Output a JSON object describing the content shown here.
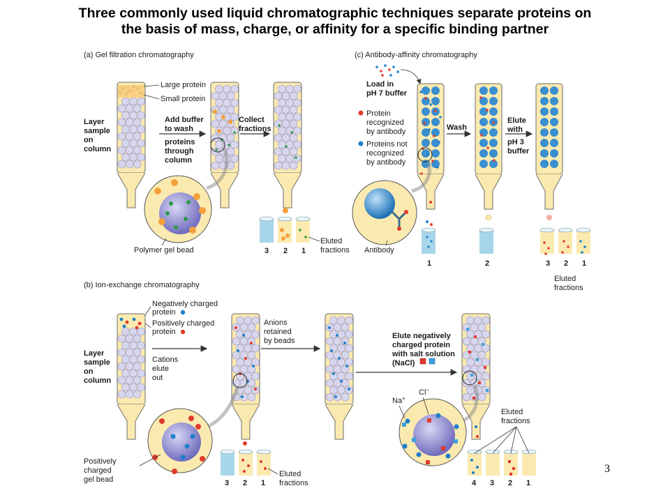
{
  "title": {
    "line1": "Three commonly used liquid chromatographic techniques separate proteins on",
    "line2": "the basis of mass, charge, or affinity for a specific binding partner"
  },
  "panel_a": {
    "heading": "(a) Gel filtration chromatography",
    "large_protein": "Large protein",
    "small_protein": "Small protein",
    "layer_sample": [
      "Layer",
      "sample",
      "on",
      "column"
    ],
    "add_buffer": [
      "Add buffer",
      "to wash",
      "proteins",
      "through",
      "column"
    ],
    "collect": [
      "Collect",
      "fractions"
    ],
    "bead_label": "Polymer gel bead",
    "eluted": [
      "Eluted",
      "fractions"
    ],
    "fraction_numbers": [
      "3",
      "2",
      "1"
    ]
  },
  "panel_b": {
    "heading": "(b) Ion-exchange chromatography",
    "neg_protein": [
      "Negatively charged",
      "protein"
    ],
    "pos_protein": [
      "Positively charged",
      "protein"
    ],
    "layer_sample": [
      "Layer",
      "sample",
      "on",
      "column"
    ],
    "cations": [
      "Cations",
      "elute",
      "out"
    ],
    "anions": [
      "Anions",
      "retained",
      "by beads"
    ],
    "elute_neg": [
      "Elute negatively",
      "charged protein",
      "with salt solution",
      "(NaCl)"
    ],
    "na": "Na",
    "cl": "Cl",
    "bead_label": [
      "Positively",
      "charged",
      "gel bead"
    ],
    "eluted_left": [
      "Eluted",
      "fractions"
    ],
    "eluted_right": [
      "Eluted",
      "fractions"
    ],
    "fraction_numbers_left": [
      "3",
      "2",
      "1"
    ],
    "fraction_numbers_right": [
      "4",
      "3",
      "2",
      "1"
    ]
  },
  "panel_c": {
    "heading": "(c) Antibody-affinity chromatography",
    "load": [
      "Load in",
      "pH 7 buffer"
    ],
    "recognized": [
      "Protein",
      "recognized",
      "by antibody"
    ],
    "not_recognized": [
      "Proteins not",
      "recognized",
      "by antibody"
    ],
    "wash": "Wash",
    "elute": [
      "Elute",
      "with",
      "pH 3",
      "buffer"
    ],
    "antibody": "Antibody",
    "eluted": [
      "Eluted",
      "fractions"
    ],
    "fraction_numbers": [
      "3",
      "2",
      "1"
    ],
    "tube_numbers": [
      "1",
      "2"
    ]
  },
  "page_number": "3",
  "colors": {
    "column_fill": "#fbeab0",
    "column_stroke": "#6b6b6b",
    "bead": "#d8d6ec",
    "big_bead": "#8f8ccf",
    "orange": "#f4a03a",
    "green": "#2e9a4a",
    "red": "#e23b2b",
    "blue": "#1e7fc9",
    "tube": "#a7d6ea"
  }
}
